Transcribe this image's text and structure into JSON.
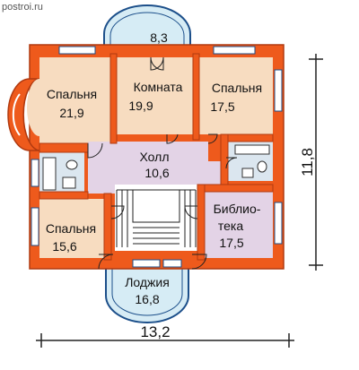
{
  "source": "postroi.ru",
  "dimensions": {
    "width": "13,2",
    "height": "11,8"
  },
  "rooms": [
    {
      "name": "Спальня",
      "area": "21,9"
    },
    {
      "name": "Комната",
      "area": "19,9"
    },
    {
      "name": "Спальня",
      "area": "17,5"
    },
    {
      "name": "Холл",
      "area": "10,6"
    },
    {
      "name": "Спальня",
      "area": "15,6"
    },
    {
      "name": "Библио-",
      "name2": "тека",
      "area": "17,5"
    },
    {
      "name": "Лоджия",
      "area": "16,8"
    }
  ],
  "balcony": {
    "area": "8,3"
  },
  "colors": {
    "wall": "#ee5a1c",
    "wall_outline": "#b03a10",
    "room_fill": "#f7dcc0",
    "hall_fill": "#e3d3e6",
    "balcony_fill": "#d6ecf5",
    "bath_fill": "#dbe6ef"
  }
}
